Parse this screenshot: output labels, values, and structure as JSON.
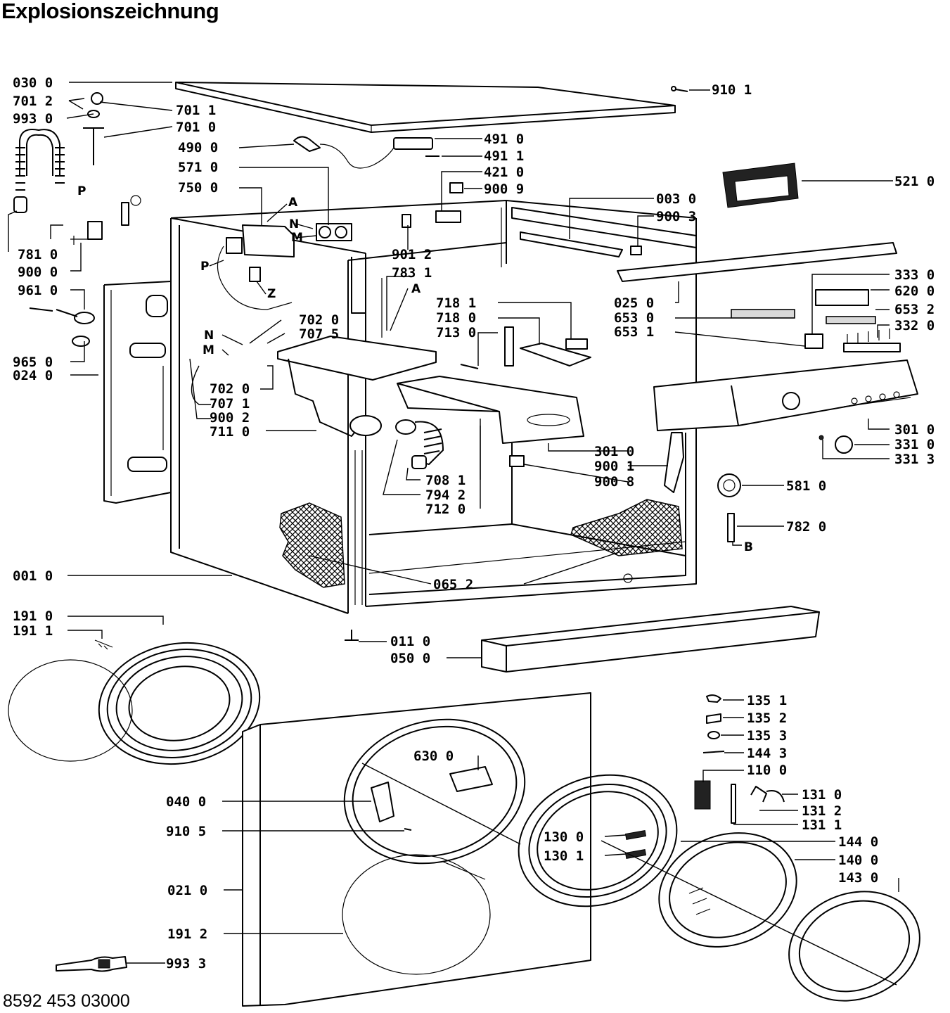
{
  "title": "Explosionszeichnung",
  "document_number": "8592 453 03000",
  "letters": [
    "A",
    "N",
    "M",
    "P",
    "Z",
    "A",
    "N",
    "M",
    "P",
    "B"
  ],
  "part_numbers": [
    "030 0",
    "701 2",
    "993 0",
    "701 1",
    "701 0",
    "490 0",
    "571 0",
    "750 0",
    "781 0",
    "900 0",
    "961 0",
    "965 0",
    "024 0",
    "702 0",
    "707 5",
    "702 0",
    "707 1",
    "900 2",
    "711 0",
    "001 0",
    "191 0",
    "191 1",
    "040 0",
    "910 5",
    "021 0",
    "191 2",
    "993 3",
    "910 1",
    "491 0",
    "491 1",
    "421 0",
    "900 9",
    "521 0",
    "003 0",
    "900 3",
    "901 2",
    "783 1",
    "718 1",
    "718 0",
    "713 0",
    "025 0",
    "653 0",
    "653 1",
    "333 0",
    "620 0",
    "653 2",
    "332 0",
    "301 0",
    "331 0",
    "331 3",
    "301 0",
    "900 1",
    "900 8",
    "708 1",
    "794 2",
    "712 0",
    "581 0",
    "782 0",
    "065 2",
    "011 0",
    "050 0",
    "135 1",
    "135 2",
    "135 3",
    "144 3",
    "110 0",
    "131 0",
    "131 2",
    "131 1",
    "630 0",
    "130 0",
    "130 1",
    "144 0",
    "140 0",
    "143 0"
  ]
}
